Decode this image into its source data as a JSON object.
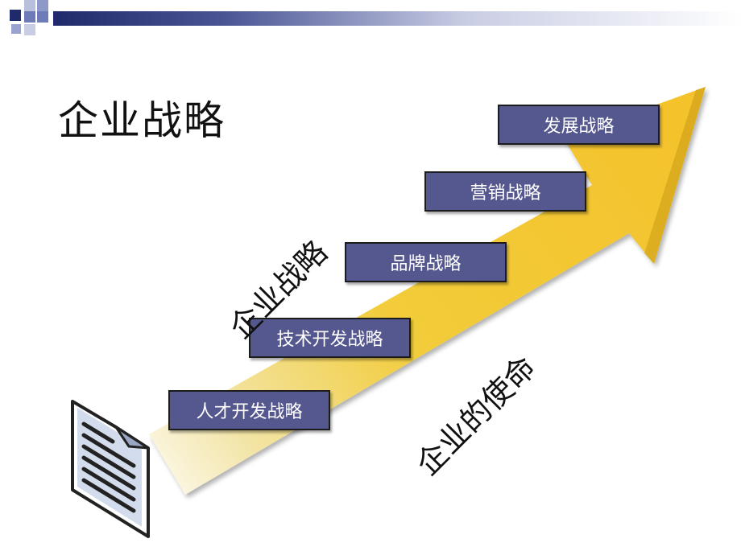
{
  "slide": {
    "title": "企业战略",
    "diagonal_left": "企业战略",
    "diagonal_right": "企业的使命",
    "steps": [
      {
        "label": "人才开发战略"
      },
      {
        "label": "技术开发战略"
      },
      {
        "label": "品牌战略"
      },
      {
        "label": "营销战略"
      },
      {
        "label": "发展战略"
      }
    ]
  },
  "colors": {
    "header_navy": "#1f2a6b",
    "header_blue": "#6d7bb8",
    "box_fill": "#55578f",
    "arrow_yellow": "#f4c430"
  },
  "icons": [
    "document-icon",
    "header-squares-icon"
  ]
}
